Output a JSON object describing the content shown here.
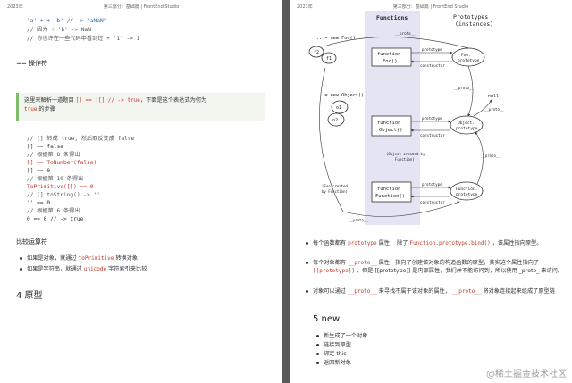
{
  "left_page": {
    "page_num": "2023年",
    "header_title": "第三部分：基础篇 | FrontEnd Studio",
    "code1": [
      "'a' + + 'b' // -> \"aNaN\"",
      "// 因为 + 'b' -> NaN",
      "// 你也许在一些代码中看到过 + '1' -> 1"
    ],
    "section_ops": "== 操作符",
    "quote_prefix": "这里来解析一道题目 ",
    "quote_code": "[] == ![] // -> true",
    "quote_suffix": "，下面是这个表达式为何为",
    "quote_true": "true",
    "quote_tail": " 的步骤",
    "code2": [
      "// [] 转成 true, 然后取反变成 false",
      "[] == false",
      "// 根据第 8 条得出",
      "[] == ToNumber(false)",
      "[] == 0",
      "// 根据第 10 条得出",
      "ToPrimitive([]) == 0",
      "// [].toString() -> ''",
      "'' == 0",
      "// 根据第 6 条得出",
      "0 == 0 // -> true"
    ],
    "section_compare": "比较运算符",
    "bullets": [
      {
        "pre": "如果是对象，就通过 ",
        "code": "toPrimitive",
        "post": " 转换对象"
      },
      {
        "pre": "如果是字符串，就通过 ",
        "code": "unicode",
        "post": " 字符索引来比较"
      }
    ],
    "heading4": "4 原型"
  },
  "right_page": {
    "page_num": "2023年",
    "header_title": "第三部分：基础篇 | FrontEnd Studio",
    "diagram": {
      "col_functions": "Functions",
      "col_prototypes": "Prototypes",
      "col_instances": "(instances)",
      "new_foo": ".. = new Foo()",
      "f1": "f1",
      "f2": "f2",
      "function_word": "function",
      "foo_call": "Foo()",
      "foo_proto": "Foo.\nprototype",
      "new_object": ".. = new Object()",
      "o1": "o1",
      "o2": "o2",
      "object_call": "Object()",
      "object_proto": "Object.\nprototype",
      "function_call": "Function()",
      "function_proto": "Function.\nprototype",
      "null_label": "null",
      "proto": "__proto__",
      "prototype": "prototype",
      "constructor": "constructor",
      "created_obj": "(Object created by Function)",
      "created_foo": "(Foo created by Function)"
    },
    "bullets": [
      {
        "pre": "每个函数都有 ",
        "code": "prototype",
        "mid": " 属性， 除了 ",
        "code2": "Function.prototype.bind()",
        "post": " ，该属性指向原型。"
      },
      {
        "pre": "每个对象都有 ",
        "code": "__proto__",
        "mid": " 属性，指向了创建该对象的构造函数的原型，其实这个属性指向了 ",
        "code2": "[[prototype]]",
        "post": " ，但是 [[prototype]] 是内部属性，我们并不能访问到，所以使用 _proto_ 来访问。"
      },
      {
        "pre": "对象可以通过 ",
        "code": "__proto__",
        "mid": " 来寻找不属于该对象的属性， ",
        "code2": "__proto__",
        "post": " 将对象连接起来组成了原型链"
      }
    ],
    "heading5": "5 new",
    "new_steps": [
      "新生成了一个对象",
      "链接到原型",
      "绑定 this",
      "返回新对象"
    ],
    "new_this_code": "this",
    "watermark": "@稀土掘金技术社区"
  }
}
